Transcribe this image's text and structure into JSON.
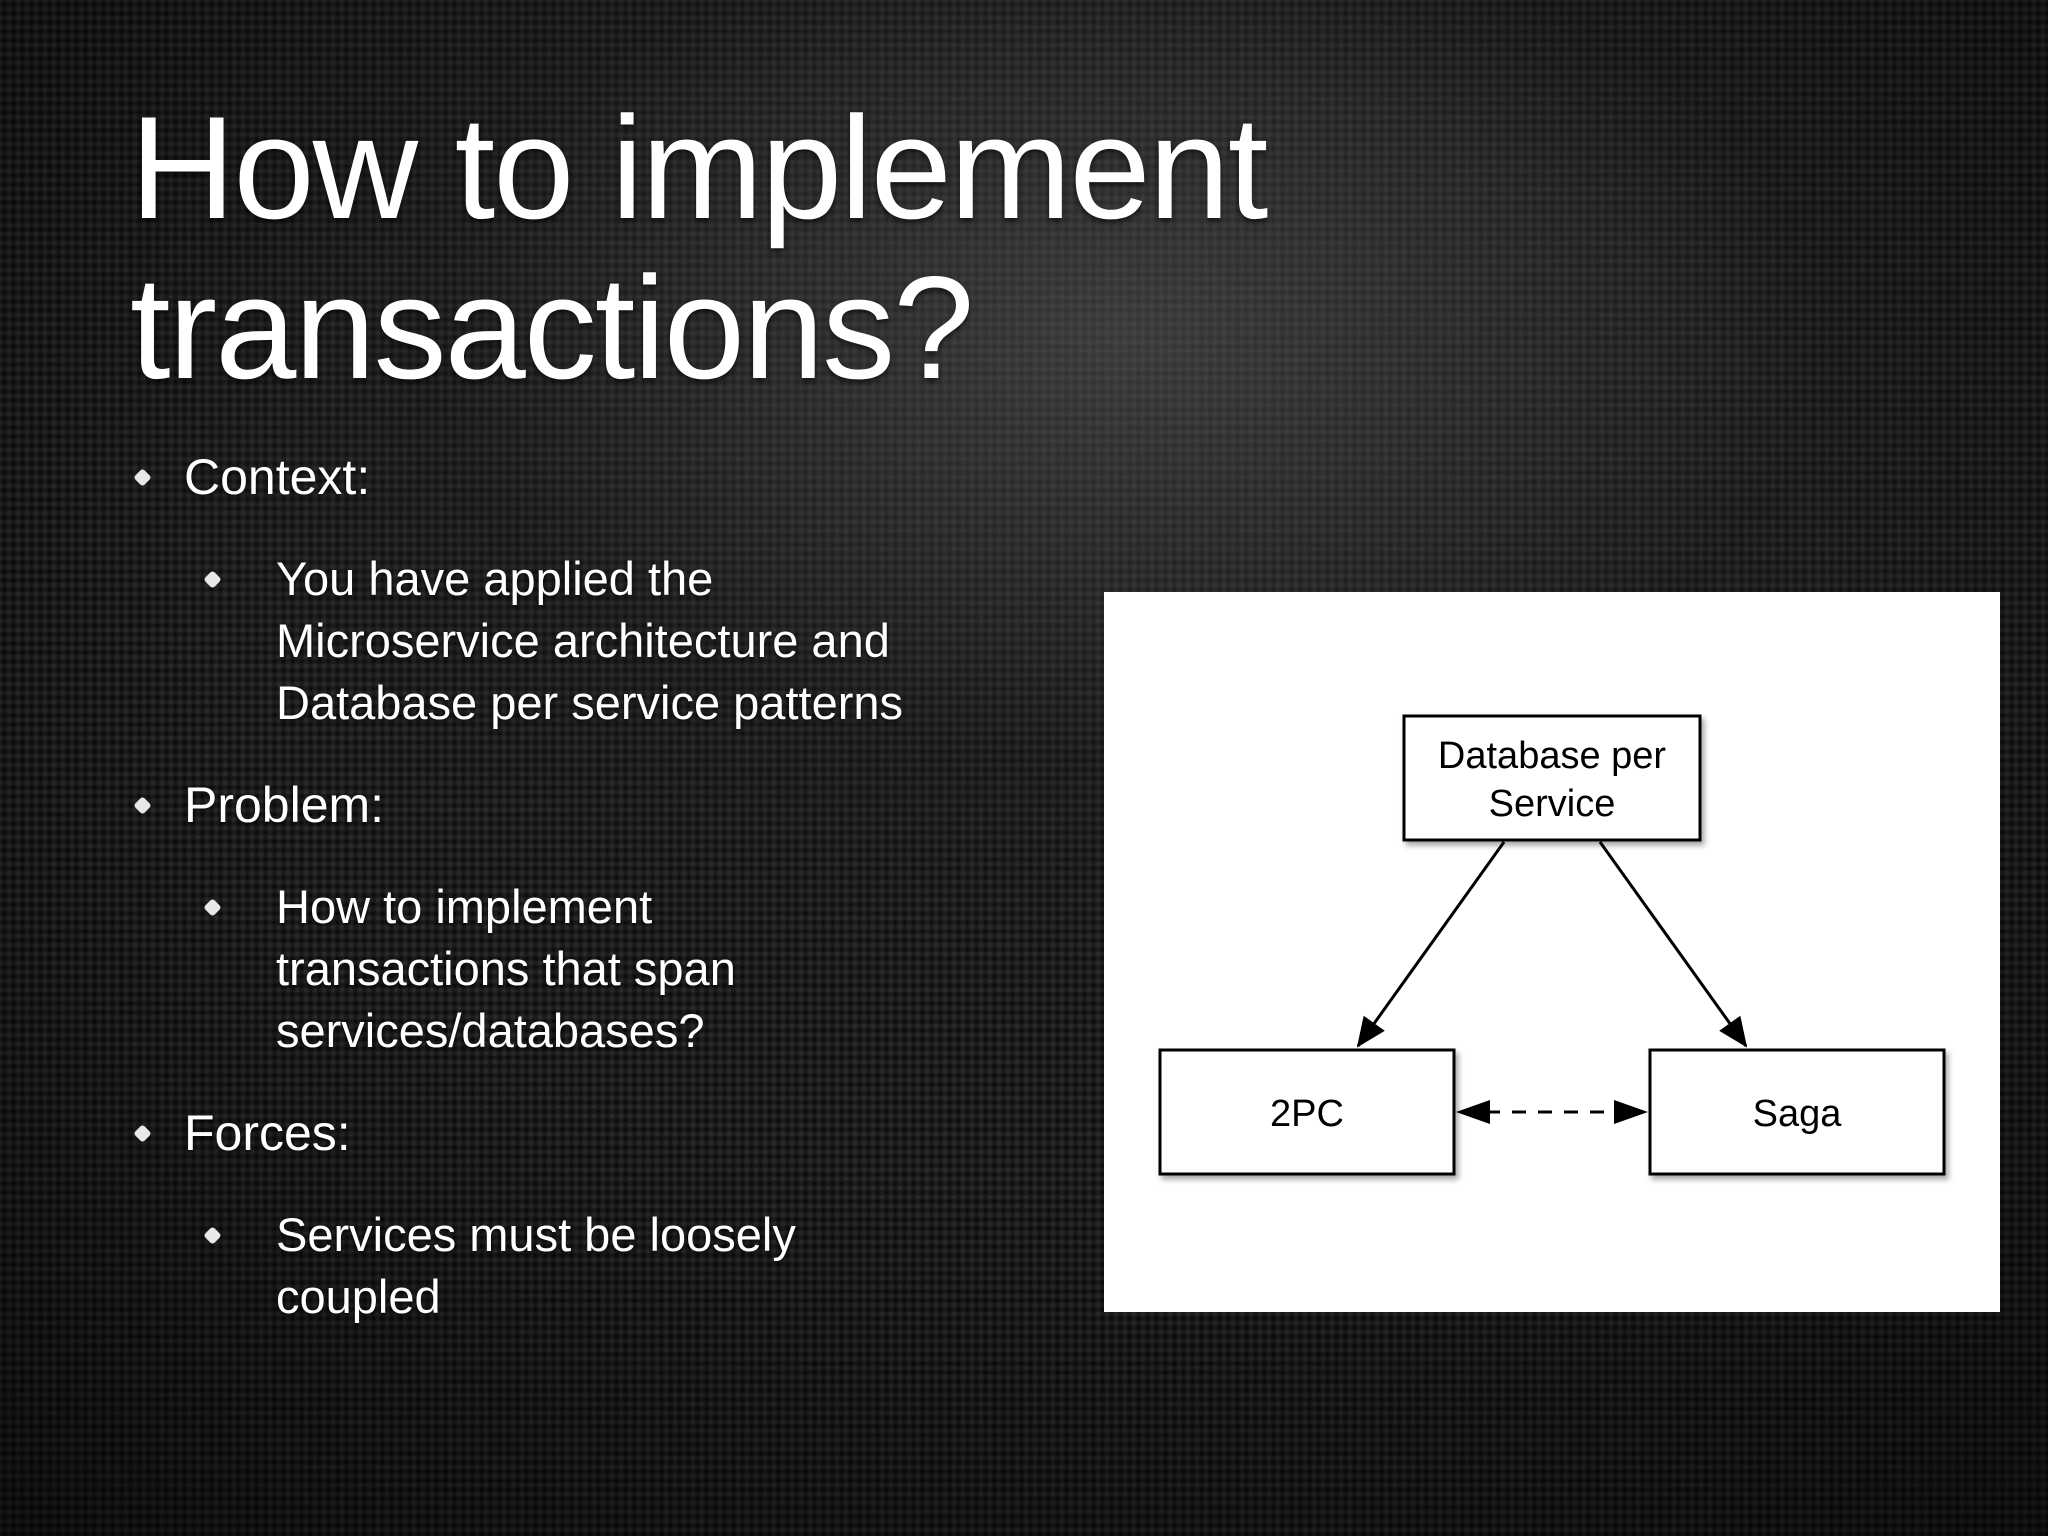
{
  "title": {
    "line1": "How to implement",
    "line2": "transactions?"
  },
  "bullets": [
    {
      "label": "Context:",
      "sub": "You have applied the Microservice architecture and Database per service patterns"
    },
    {
      "label": "Problem:",
      "sub": "How to implement transactions that span services/databases?"
    },
    {
      "label": "Forces:",
      "sub": "Services must be loosely coupled"
    }
  ],
  "diagram": {
    "nodes": {
      "top": {
        "line1": "Database per",
        "line2": "Service"
      },
      "left": "2PC",
      "right": "Saga"
    }
  }
}
